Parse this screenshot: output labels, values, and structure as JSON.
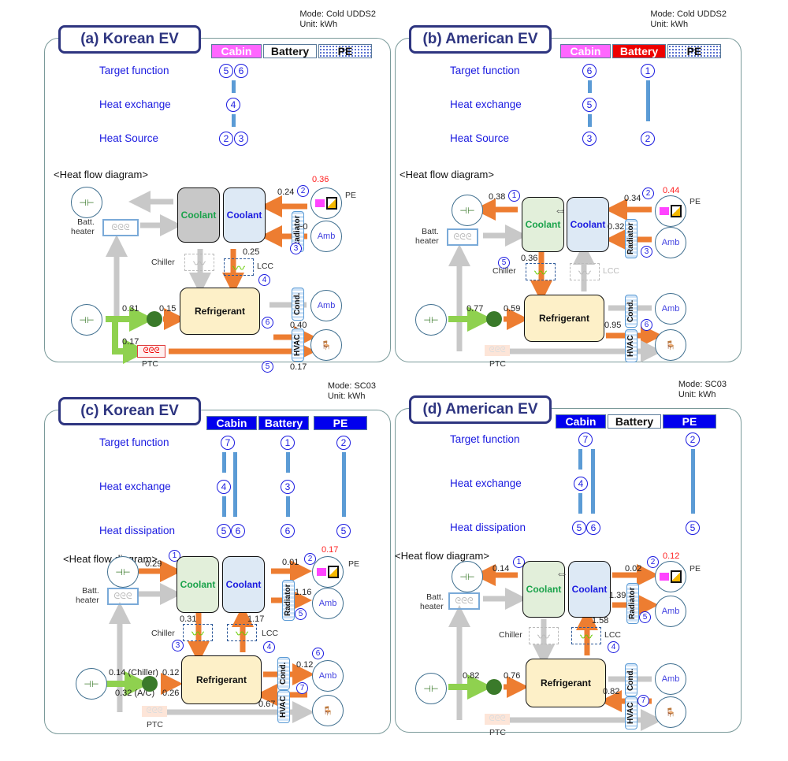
{
  "legend_categories": [
    "Cabin",
    "Battery",
    "PE"
  ],
  "row_labels_heating": [
    "Target function",
    "Heat exchange",
    "Heat Source"
  ],
  "row_labels_cooling": [
    "Target function",
    "Heat exchange",
    "Heat dissipation"
  ],
  "heat_flow_title": "<Heat flow diagram>",
  "component_labels": {
    "coolant": "Coolant",
    "refrigerant": "Refrigerant",
    "amb": "Amb",
    "pe": "PE",
    "batt_heater_1": "Batt.",
    "batt_heater_2": "heater",
    "chiller": "Chiller",
    "lcc": "LCC",
    "ptc": "PTC",
    "radiator": "Radiator",
    "cond": "Cond.",
    "hvac": "HVAC"
  },
  "colors": {
    "title": "#2e3580",
    "label_blue": "#1a1ae0",
    "flow_active": "#ed7d31",
    "flow_electric": "#8fd14f",
    "flow_inactive": "#c8c8c8",
    "pe_total": "#ff2020",
    "cabin_highlight": "#ff66ff",
    "battery_highlight": "#ff0000",
    "cat_active_blue": "#0000ee"
  },
  "panels": [
    {
      "id": "a",
      "title": "(a) Korean EV",
      "mode": "Mode: Cold UDDS2",
      "unit": "Unit: kWh",
      "categories_style": [
        "pink",
        "plain",
        "dotted"
      ],
      "rows": "heating",
      "sequence": {
        "cabin": {
          "top": [
            "5",
            "6"
          ],
          "middle": [
            "4"
          ],
          "bottom": [
            "2",
            "3"
          ]
        },
        "battery": null,
        "pe": null
      },
      "values": {
        "pe_total": "0.36",
        "pe_to_coolant": "0.24",
        "amb_radiator": "~0",
        "lcc": "0.25",
        "compressor_in": "0.31",
        "compressor_out": "0.15",
        "ptc_in": "0.17",
        "hvac_out": "0.40",
        "ptc_out": "0.17"
      },
      "markers": {
        "pe": "2",
        "radiator": "3",
        "lcc": "4",
        "hvac": "6",
        "ptc": "5"
      }
    },
    {
      "id": "b",
      "title": "(b) American EV",
      "mode": "Mode: Cold UDDS2",
      "unit": "Unit: kWh",
      "categories_style": [
        "pink",
        "red",
        "dotted"
      ],
      "rows": "heating",
      "sequence": {
        "cabin": {
          "top": [
            "6"
          ],
          "middle": [
            "5"
          ],
          "bottom": [
            "3"
          ]
        },
        "battery": {
          "top": [
            "1"
          ],
          "middle": [],
          "bottom": [
            "2"
          ]
        },
        "pe": null
      },
      "values": {
        "pe_total": "0.44",
        "coolant_to_battery": "0.38",
        "pe_to_coolant": "0.34",
        "amb_radiator": "0.32",
        "chiller": "0.36",
        "compressor_in": "0.77",
        "compressor_out": "0.59",
        "hvac_out": "0.95"
      },
      "markers": {
        "battery": "1",
        "pe": "2",
        "radiator": "3",
        "chiller": "5",
        "hvac": "6"
      }
    },
    {
      "id": "c",
      "title": "(c) Korean EV",
      "mode": "Mode: SC03",
      "unit": "Unit: kWh",
      "categories_style": [
        "blue",
        "blue",
        "blue"
      ],
      "rows": "cooling",
      "sequence": {
        "cabin": {
          "top": [
            "7"
          ],
          "middle": [
            "4"
          ],
          "bottom": [
            "5",
            "6"
          ]
        },
        "battery": {
          "top": [
            "1"
          ],
          "middle": [
            "3"
          ],
          "bottom": [
            "6"
          ]
        },
        "pe": {
          "top": [
            "2"
          ],
          "middle": [],
          "bottom": [
            "5"
          ]
        }
      },
      "values": {
        "pe_total": "0.17",
        "battery_to_coolant": "0.29",
        "coolant_to_pe": "0.01",
        "radiator_out": "1.16",
        "chiller": "0.31",
        "lcc": "1.17",
        "compressor_in_chiller": "0.14 (Chiller)",
        "compressor_in_ac": "0.32 (A/C)",
        "compressor_out_1": "0.12",
        "compressor_out_2": "0.26",
        "cond_out": "0.12",
        "hvac_in": "0.67"
      },
      "markers": {
        "battery": "1",
        "pe": "2",
        "chiller": "3",
        "lcc": "4",
        "radiator": "5",
        "cond": "6",
        "hvac": "7"
      }
    },
    {
      "id": "d",
      "title": "(d) American EV",
      "mode": "Mode: SC03",
      "unit": "Unit: kWh",
      "categories_style": [
        "blue",
        "plain",
        "blue"
      ],
      "rows": "cooling",
      "sequence": {
        "cabin": {
          "top": [
            "7"
          ],
          "middle": [
            "4"
          ],
          "bottom": [
            "5",
            "6"
          ]
        },
        "battery": null,
        "pe": {
          "top": [
            "2"
          ],
          "middle": [],
          "bottom": [
            "5"
          ]
        }
      },
      "values": {
        "pe_total": "0.12",
        "coolant_to_battery": "0.14",
        "coolant_to_pe": "0.02",
        "radiator_out": "1.39",
        "lcc": "1.58",
        "compressor_in": "0.82",
        "compressor_out": "0.76",
        "hvac_in": "0.82"
      },
      "markers": {
        "battery": "1",
        "pe": "2",
        "lcc": "4",
        "radiator": "5",
        "hvac": "7"
      }
    }
  ]
}
